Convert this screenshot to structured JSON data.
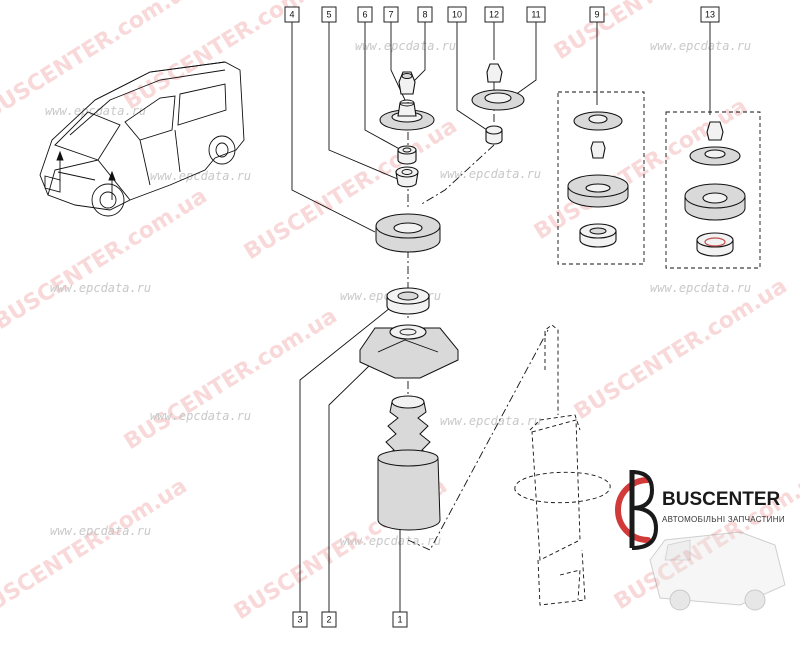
{
  "diagram": {
    "callouts": [
      {
        "id": "4",
        "label": "4"
      },
      {
        "id": "5",
        "label": "5"
      },
      {
        "id": "6",
        "label": "6"
      },
      {
        "id": "7",
        "label": "7"
      },
      {
        "id": "8",
        "label": "8"
      },
      {
        "id": "10",
        "label": "10"
      },
      {
        "id": "12",
        "label": "12"
      },
      {
        "id": "11",
        "label": "11"
      },
      {
        "id": "9",
        "label": "9"
      },
      {
        "id": "13",
        "label": "13"
      },
      {
        "id": "3",
        "label": "3"
      },
      {
        "id": "2",
        "label": "2"
      },
      {
        "id": "1",
        "label": "1"
      }
    ]
  },
  "watermarks": {
    "brand": "BUSCENTER.com.ua",
    "catalog": "www.epcdata.ru"
  },
  "logo": {
    "title": "BUSCENTER",
    "subtitle": "АВТОМОБІЛЬНІ ЗАПЧАСТИНИ"
  }
}
